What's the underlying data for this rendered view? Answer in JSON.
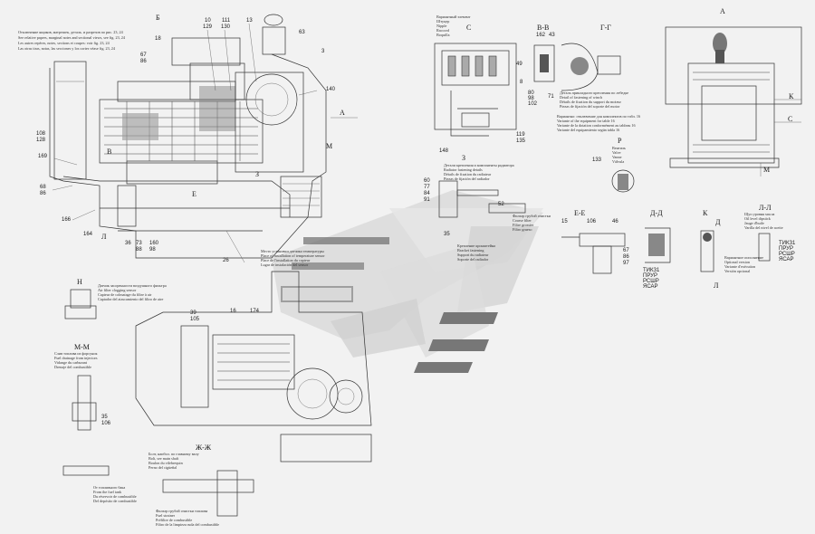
{
  "top_notes": [
    "Отключение ящиков, матрешек, деталь. и разрезов по рис. 23, 24",
    "See relative papers, marginal notes and sectional views, see fig. 23, 24",
    "Les autres repères, notes, sections et coupes: voir fig. 23, 24",
    "Las otras tiras, notas, las secciones y los cortes véase fig. 23, 24"
  ],
  "section_letters": {
    "b": "Б",
    "v": "В",
    "s": "С",
    "vv": "В-В",
    "gg": "Г-Г",
    "a_right": "А",
    "a_arrow": "А",
    "k": "К",
    "s_arrow": "С",
    "m": "М",
    "z": "З",
    "r": "Р",
    "n": "Н",
    "mm": "М-М",
    "ee": "Е-Е",
    "dd": "Д-Д",
    "kk": "К",
    "ll": "Л-Л",
    "zhzh": "Ж-Ж",
    "d_mark": "Д",
    "e_mark": "Е",
    "l_mark": "Л"
  },
  "part_numbers": {
    "main": [
      "10",
      "129",
      "111",
      "130",
      "13",
      "63",
      "18",
      "67",
      "86",
      "3",
      "140",
      "169",
      "68",
      "86",
      "108",
      "128",
      "166",
      "164",
      "36",
      "73",
      "88",
      "160",
      "98",
      "26"
    ],
    "detail_s": [
      "49",
      "162",
      "43",
      "8",
      "71",
      "80",
      "98",
      "102",
      "119",
      "135",
      "148"
    ],
    "detail_z": [
      "60",
      "77",
      "84",
      "91",
      "52",
      "35"
    ],
    "detail_r": [
      "133"
    ],
    "detail_ee": [
      "15",
      "106",
      "46",
      "67",
      "86",
      "97"
    ],
    "lower": [
      "39",
      "105",
      "16",
      "174"
    ],
    "mm": [
      "35",
      "106"
    ]
  },
  "captions": {
    "s_top": [
      "Вариантный элемент",
      "Штуцер",
      "Nipple",
      "Raccord",
      "Boquilla"
    ],
    "vv_note": [
      "Деталь прикладного крепления по лебедке",
      "Detail of fastening of winch",
      "Détails de fixation du support du moteur",
      "Piezas de fijación del soporte del motor"
    ],
    "vv_note2": [
      "Вариантно: отключение для комплектов по табл. 16",
      "Variante of the equipment for table 16",
      "Variante de la dotation conformément au tableau 16",
      "Variante del equipamiento según tabla 16"
    ],
    "r_note": [
      "Вентиль",
      "Valve",
      "Vanne",
      "Válvula"
    ],
    "z_note": [
      "Детали крепления и компоненты радиатора",
      "Radiator fastening details",
      "Détails de fixation du radiateur",
      "Piezas de fijación del radiador"
    ],
    "z_bottom": [
      "Крепление кронштейна",
      "Bracket fastening",
      "Support du radiateur",
      "Soporte del radiador"
    ],
    "ee_note": [
      "Фильтр грубой очистки",
      "Coarse filter",
      "Filtre grossier",
      "Filtro grueso"
    ],
    "mid_note": [
      "Место установки датчика температуры",
      "Place of installation of temperature sensor",
      "Place de l'installation du capteur",
      "Lugar de instalación del sensor"
    ],
    "n_note": [
      "Датчик засоренности воздушного фильтра",
      "Air filter clogging sensor",
      "Capteur de colmatage du filtre à air",
      "Captador del atascamiento del filtro de aire"
    ],
    "mm_note": [
      "Слив топлива из форсунок",
      "Fuel drainage from injectors",
      "Vidange du carburant",
      "Drenaje del combustible"
    ],
    "ll_note": [
      "Щуп уровня масла",
      "Oil level dipstick",
      "Jauge d'huile",
      "Varilla del nivel de aceite"
    ],
    "zhzh_note": [
      "Болт, наибол. по главному валу",
      "Bolt, see main shaft",
      "Boulon du vilebrequin",
      "Perno del cigüeñal"
    ],
    "bottom_left_note": [
      "От топливного бака",
      "From the fuel tank",
      "Du réservoir de combustible",
      "Del depósito de combustible"
    ],
    "bottom_filter_note": [
      "Фильтр грубой очистки топлива",
      "Fuel strainer",
      "Préfiltre de combustible",
      "Filtro de la limpieza ruda del combustible"
    ],
    "k_note": [
      "Вариантное исполнение",
      "Optional version",
      "Variante d'exécution",
      "Versión opcional"
    ],
    "k_codes": [
      "ТИКЗ1",
      "ПРУР",
      "РСШР",
      "ЯСАР"
    ],
    "dd_codes": [
      "ТИКЗ1",
      "ПРУР",
      "РСШР",
      "ЯСАР"
    ]
  }
}
